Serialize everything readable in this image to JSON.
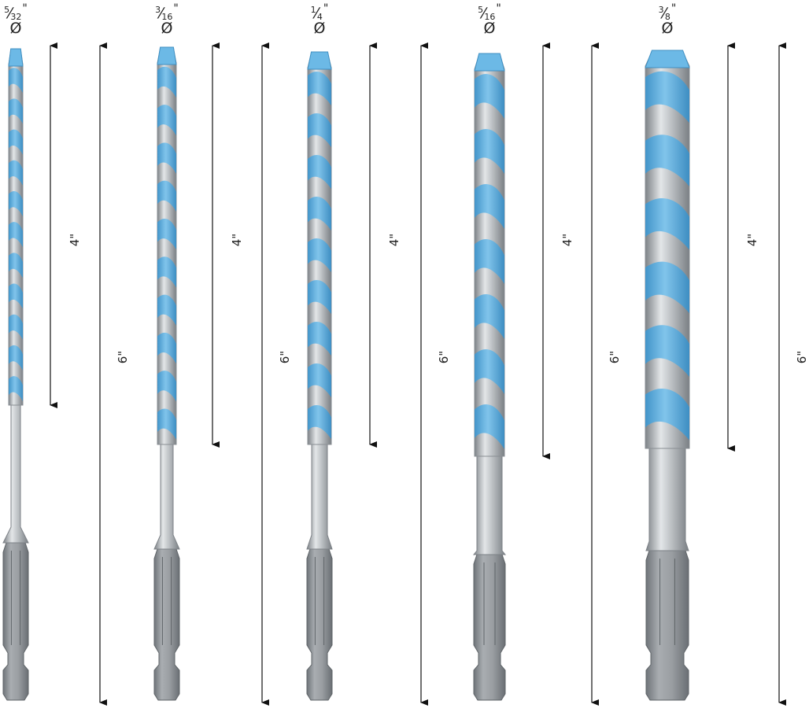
{
  "diameter_symbol": "Ø",
  "bits": [
    {
      "size": {
        "num": "5",
        "den": "32"
      },
      "label_center_x": 20,
      "flute_length_label": "4\"",
      "overall_length_label": "6\""
    },
    {
      "size": {
        "num": "3",
        "den": "16"
      },
      "label_center_x": 212,
      "flute_length_label": "4\"",
      "overall_length_label": "6\""
    },
    {
      "size": {
        "num": "1",
        "den": "4"
      },
      "label_center_x": 406,
      "flute_length_label": "4\"",
      "overall_length_label": "6\""
    },
    {
      "size": {
        "num": "5",
        "den": "16"
      },
      "label_center_x": 622,
      "flute_length_label": "4\"",
      "overall_length_label": "6\""
    },
    {
      "size": {
        "num": "3",
        "den": "8"
      },
      "label_center_x": 848,
      "flute_length_label": "4\"",
      "overall_length_label": "6\""
    }
  ],
  "inch_mark": "\"",
  "colors": {
    "flute_blue": "#5aaee0",
    "steel": "#b8bcc0",
    "steel_dark": "#8e9398",
    "arrow": "#111111"
  }
}
